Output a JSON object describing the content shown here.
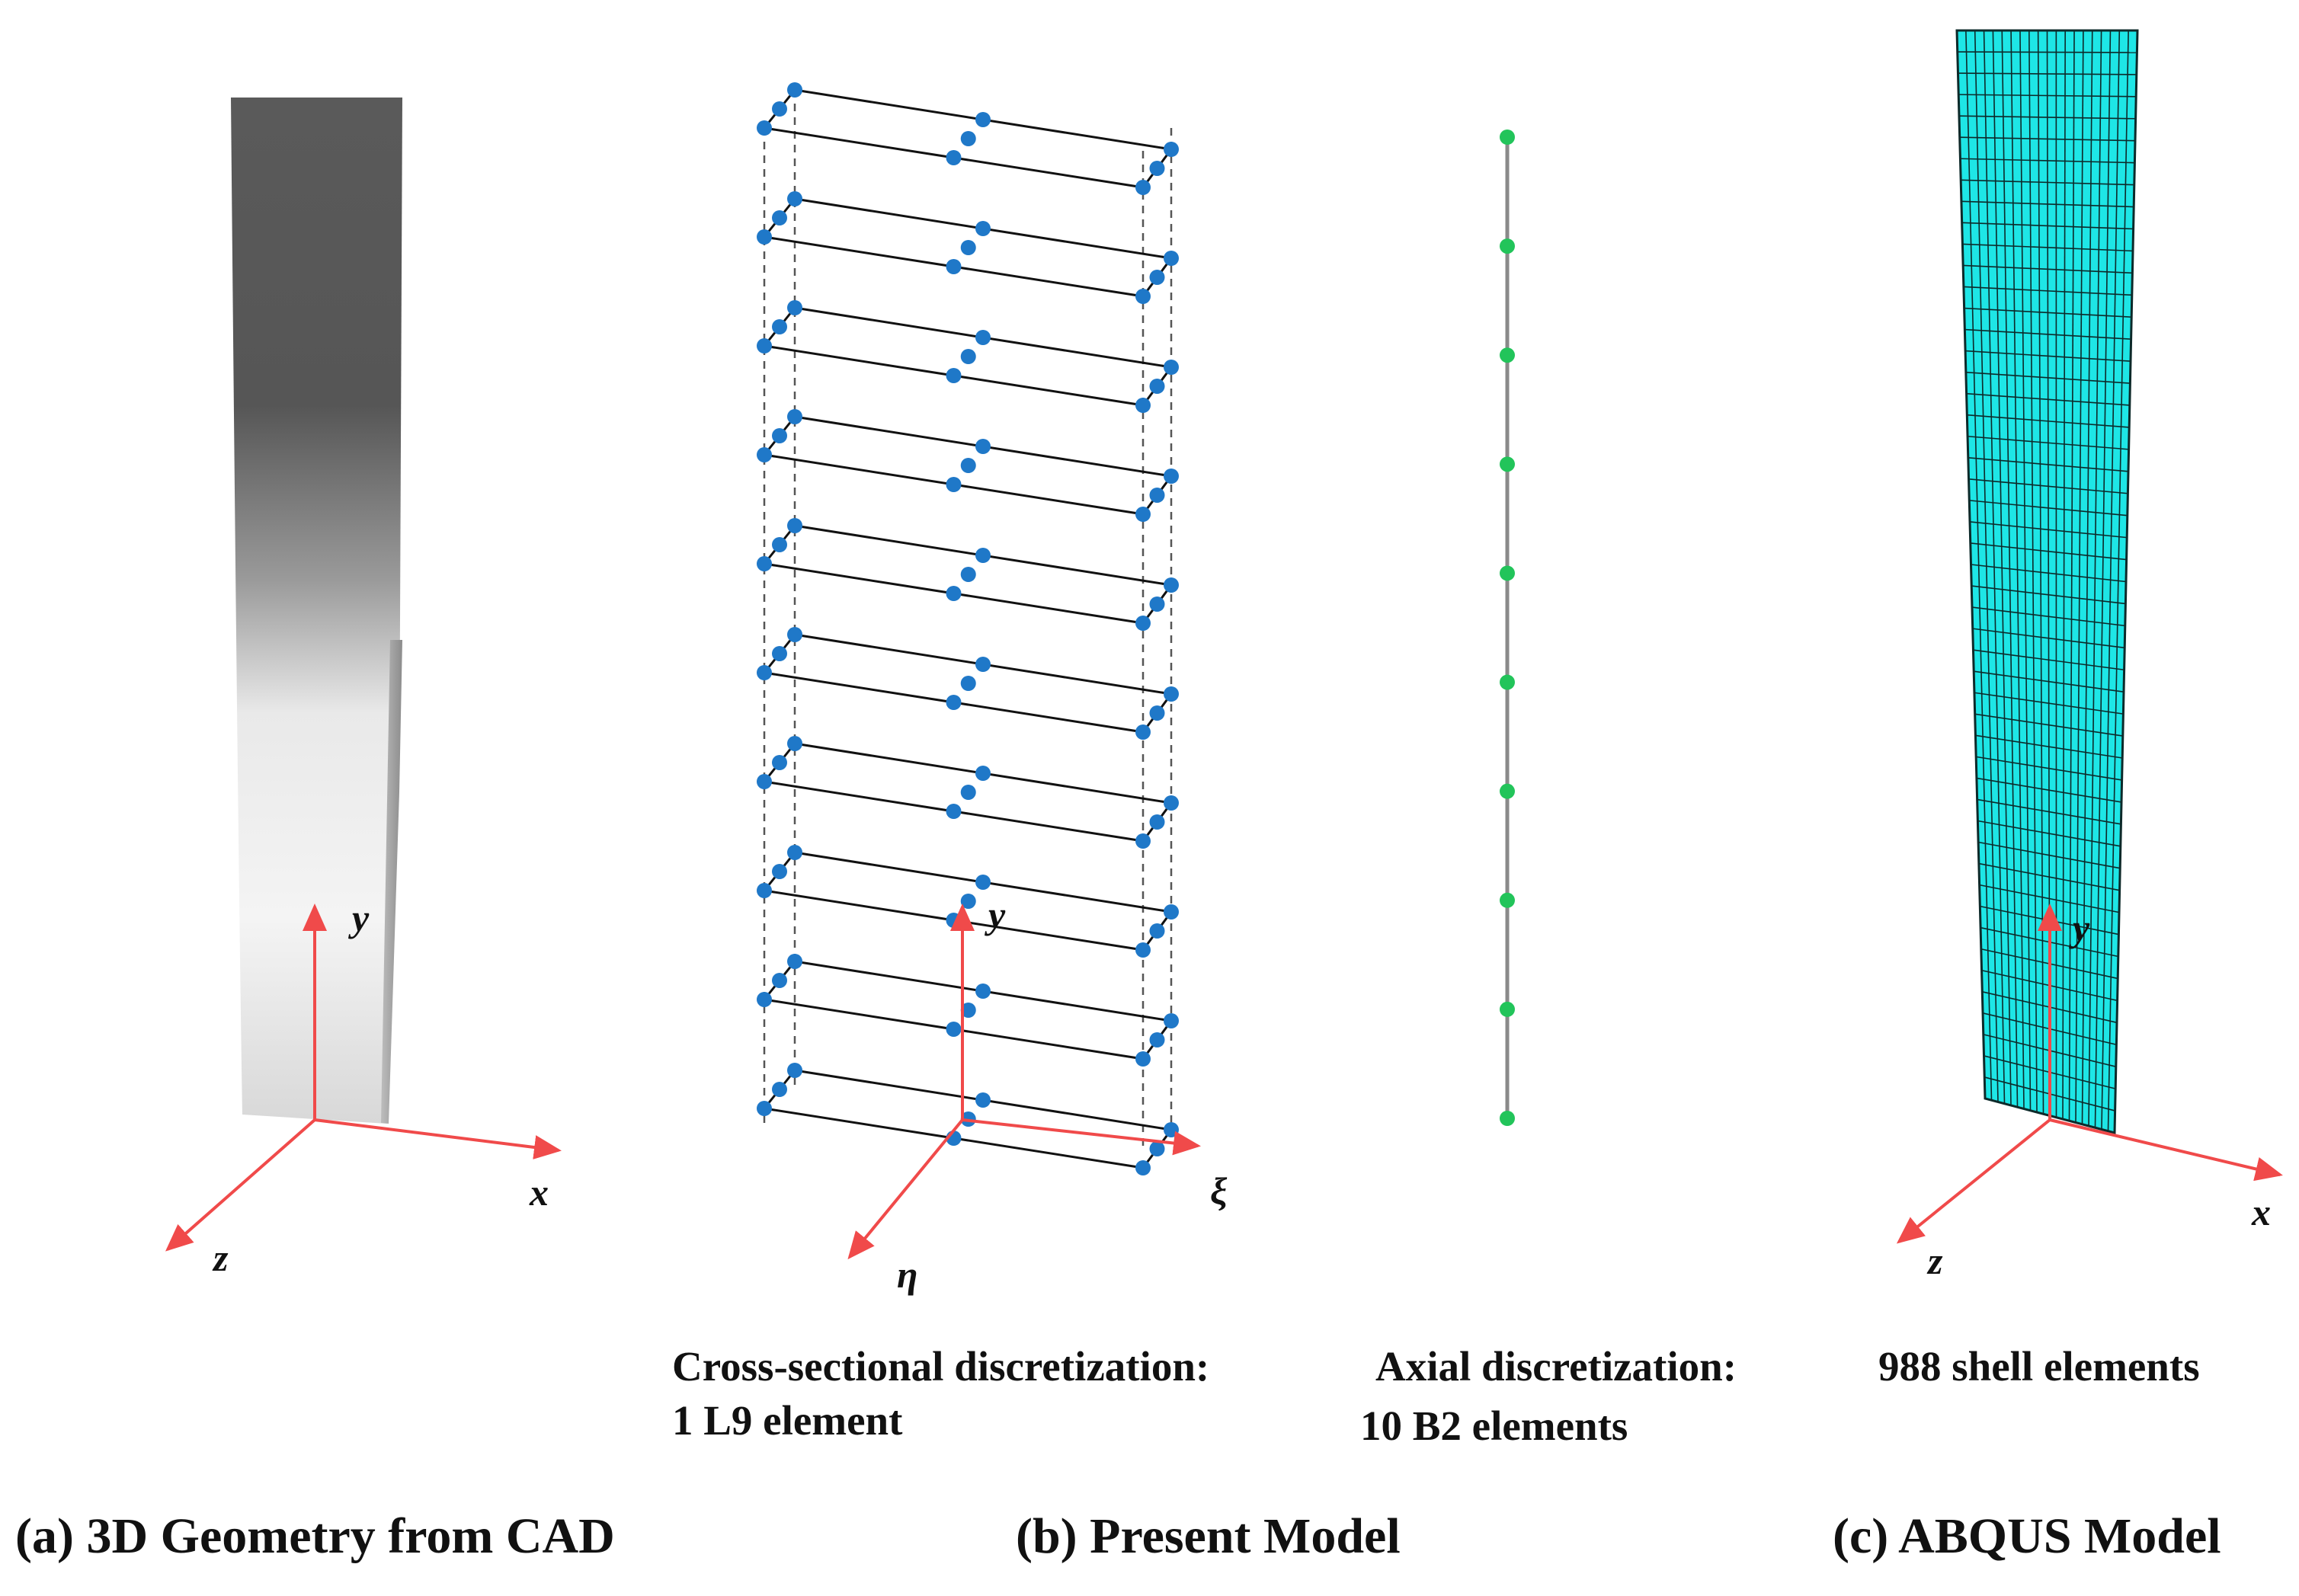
{
  "colors": {
    "axis": "#f04a4a",
    "node_blue": "#1f78c8",
    "node_green": "#22c45a",
    "mesh_fill": "#1ee6e6",
    "mesh_line": "#0d2a2a",
    "line": "#111111",
    "beam_line": "#8a8a8a"
  },
  "panels": {
    "a": {
      "caption": "(a) 3D Geometry from CAD",
      "axes": {
        "y": "y",
        "x": "x",
        "z": "z"
      }
    },
    "b": {
      "caption": "(b) Present Model",
      "axes": {
        "y": "y",
        "xi": "ξ",
        "eta": "η"
      },
      "cross_section": {
        "line1": "Cross-sectional discretization:",
        "line2": "1 L9 element",
        "sections_drawn": 10
      },
      "axial": {
        "line1": "Axial discretization:",
        "line2": "10 B2 elements",
        "nodes_drawn": 10
      }
    },
    "c": {
      "caption": "(c) ABQUS Model",
      "axes": {
        "y": "y",
        "x": "x",
        "z": "z"
      },
      "elements_text": "988 shell elements",
      "mesh": {
        "columns": 20,
        "rows": 50
      }
    }
  }
}
